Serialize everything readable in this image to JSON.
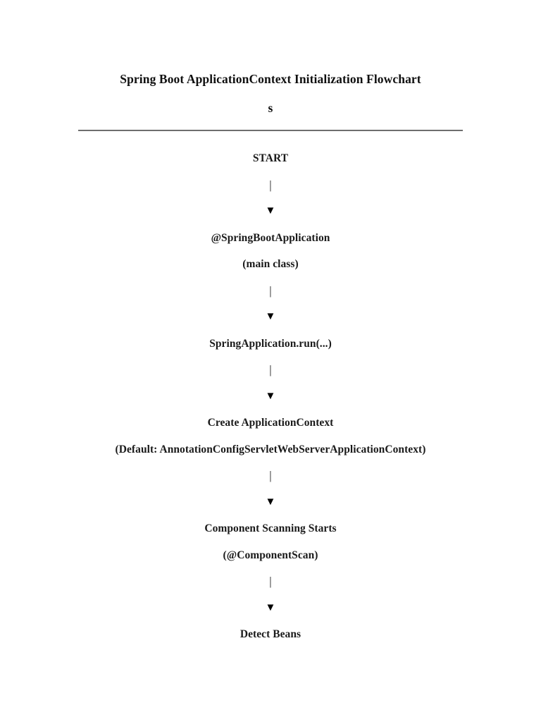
{
  "document": {
    "title_line_1": "Spring Boot ApplicationContext Initialization Flowchart",
    "title_line_2": "s",
    "title_full": "Spring Boot ApplicationContext Initialization Flowcharts",
    "divider_color": "#6e6e6e",
    "text_color": "#1a1a1a",
    "background_color": "#ffffff"
  },
  "flowchart": {
    "type": "vertical-flow",
    "connector_glyph": "|",
    "arrow_glyph": "▼",
    "rows": [
      {
        "kind": "node",
        "text": "START"
      },
      {
        "kind": "connector",
        "text": "|"
      },
      {
        "kind": "arrow",
        "text": "▼"
      },
      {
        "kind": "node",
        "text": "@SpringBootApplication"
      },
      {
        "kind": "node",
        "text": "(main class)"
      },
      {
        "kind": "connector",
        "text": "|"
      },
      {
        "kind": "arrow",
        "text": "▼"
      },
      {
        "kind": "node",
        "text": "SpringApplication.run(...)"
      },
      {
        "kind": "connector",
        "text": "|"
      },
      {
        "kind": "arrow",
        "text": "▼"
      },
      {
        "kind": "node",
        "text": "Create ApplicationContext"
      },
      {
        "kind": "node",
        "text": "(Default: AnnotationConfigServletWebServerApplicationContext)"
      },
      {
        "kind": "connector",
        "text": "|"
      },
      {
        "kind": "arrow",
        "text": "▼"
      },
      {
        "kind": "node",
        "text": "Component Scanning Starts"
      },
      {
        "kind": "node",
        "text": "(@ComponentScan)"
      },
      {
        "kind": "connector",
        "text": "|"
      },
      {
        "kind": "arrow",
        "text": "▼"
      },
      {
        "kind": "node",
        "text": "Detect Beans"
      }
    ]
  }
}
